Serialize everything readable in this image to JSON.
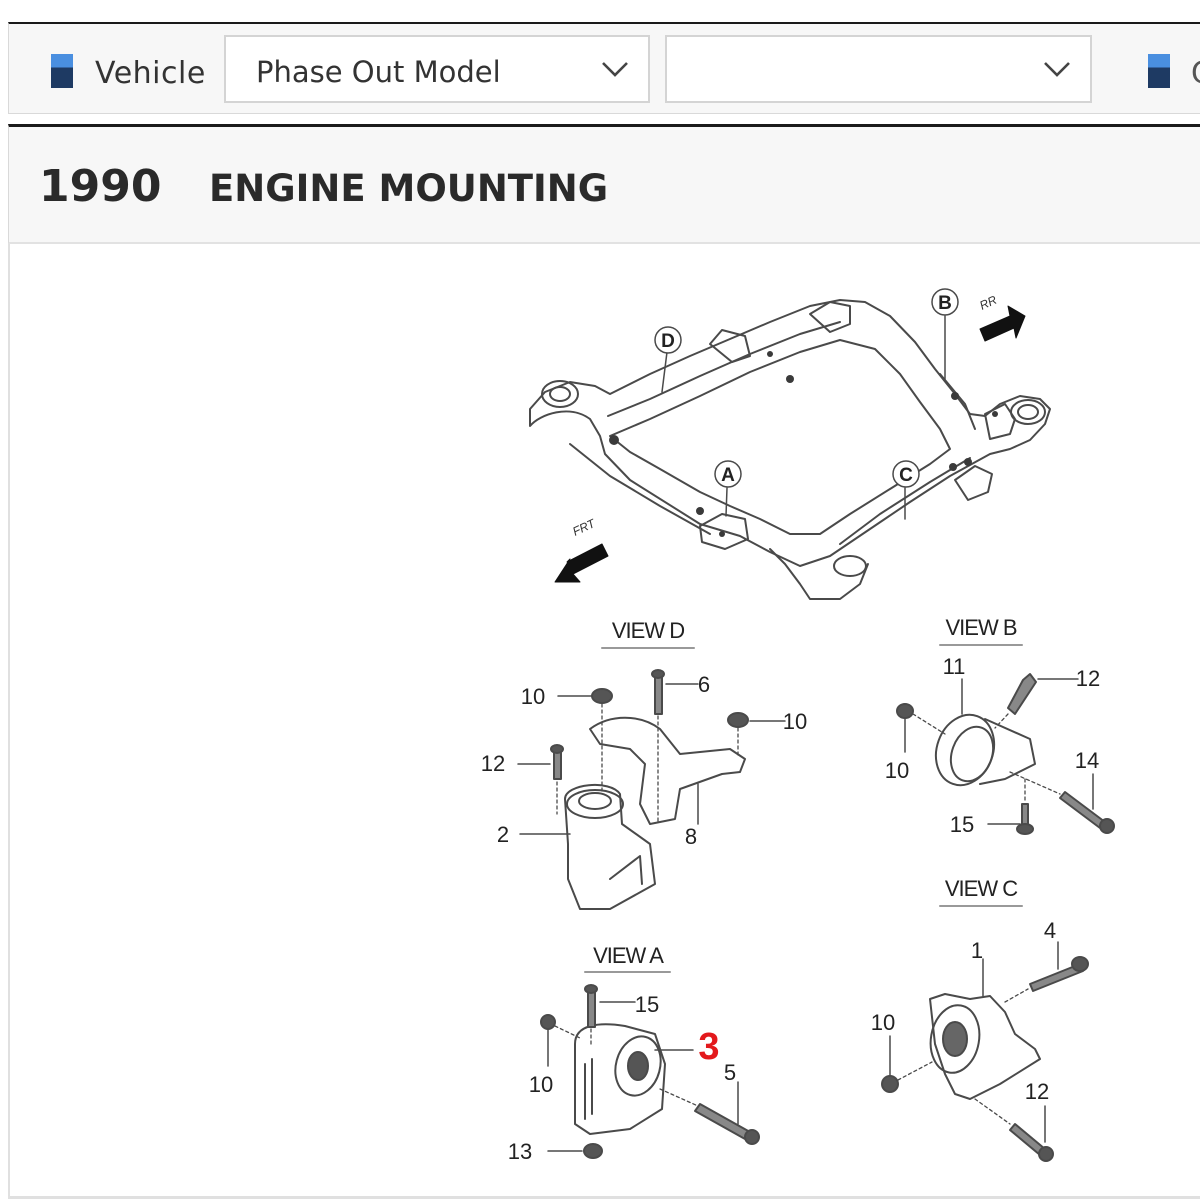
{
  "filter_bar": {
    "vehicle_label": "Vehicle",
    "vehicle_icon": "blue-square-icon",
    "model_select": {
      "value": "Phase Out Model"
    },
    "sub_select": {
      "value": ""
    },
    "next_label_icon": "blue-square-icon",
    "next_label": "C"
  },
  "title": {
    "code": "1990",
    "name": "ENGINE MOUNTING"
  },
  "diagram": {
    "overview_callouts": [
      "D",
      "B",
      "A",
      "C"
    ],
    "direction_front": "FRT",
    "direction_rear": "RR",
    "views": [
      {
        "label": "VIEW D",
        "parts": [
          "10",
          "6",
          "10",
          "12",
          "2",
          "8"
        ]
      },
      {
        "label": "VIEW B",
        "parts": [
          "11",
          "12",
          "10",
          "14",
          "15"
        ]
      },
      {
        "label": "VIEW C",
        "parts": [
          "4",
          "1",
          "10",
          "12"
        ]
      },
      {
        "label": "VIEW A",
        "parts": [
          "15",
          "3",
          "10",
          "5",
          "13"
        ]
      }
    ],
    "highlighted_part": "3",
    "highlight_color": "#e3191c"
  }
}
